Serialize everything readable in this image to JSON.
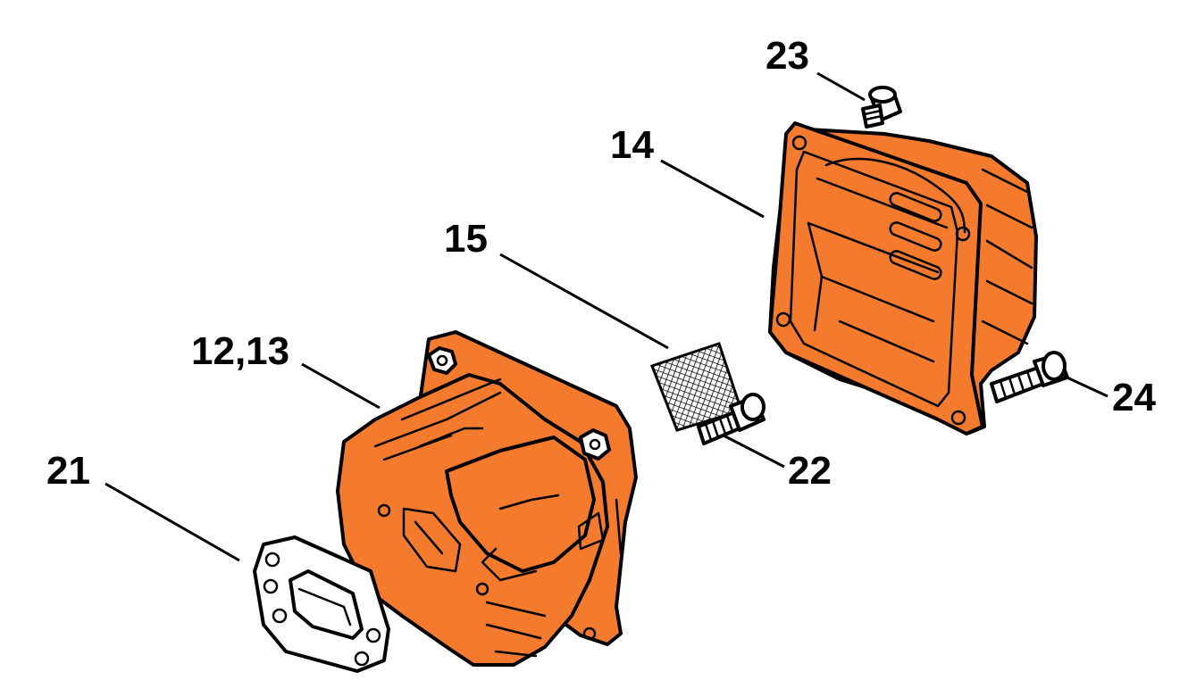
{
  "diagram": {
    "colors": {
      "part_fill": "#F47A2E",
      "outline": "#000000",
      "metal": "#FFFFFF",
      "background": "#FFFFFF"
    },
    "callouts": {
      "c12_13": "12,13",
      "c14": "14",
      "c15": "15",
      "c21": "21",
      "c22": "22",
      "c23": "23",
      "c24": "24"
    }
  }
}
